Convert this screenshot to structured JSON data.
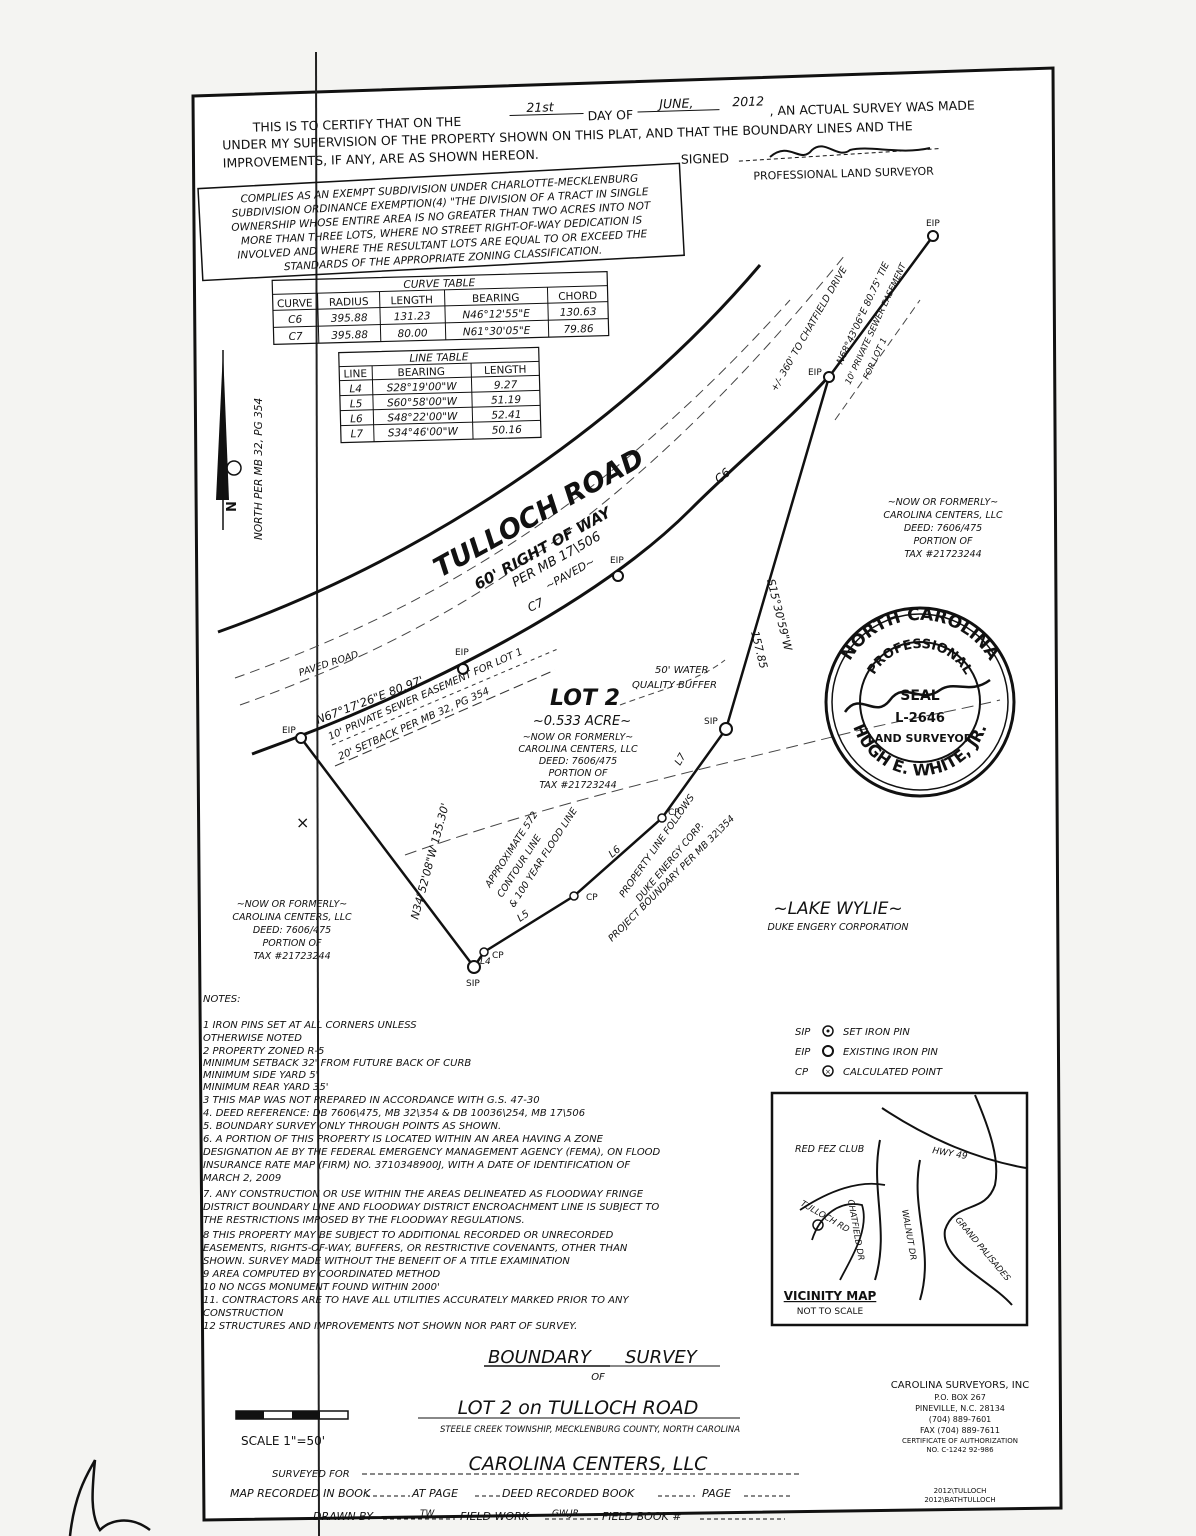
{
  "certification": {
    "line1_a": "THIS IS TO CERTIFY THAT ON THE",
    "day": "21st",
    "line1_b": "DAY OF",
    "month": "JUNE,",
    "year": "2012",
    "line1_c": ", AN ACTUAL SURVEY WAS MADE",
    "line2": "UNDER MY SUPERVISION OF THE PROPERTY SHOWN ON THIS PLAT, AND THAT THE BOUNDARY LINES AND THE",
    "line3": "IMPROVEMENTS, IF ANY, ARE AS SHOWN HEREON.",
    "signed_label": "SIGNED",
    "surveyor_title": "PROFESSIONAL LAND SURVEYOR"
  },
  "exemption_box": [
    "COMPLIES AS AN EXEMPT SUBDIVISION UNDER CHARLOTTE-MECKLENBURG",
    "SUBDIVISION ORDINANCE EXEMPTION(4) \"THE DIVISION OF A TRACT IN SINGLE",
    "OWNERSHIP WHOSE ENTIRE AREA IS NO GREATER THAN TWO ACRES INTO NOT",
    "MORE THAN THREE LOTS, WHERE NO STREET RIGHT-OF-WAY DEDICATION IS",
    "INVOLVED AND WHERE THE RESULTANT LOTS ARE EQUAL TO OR EXCEED THE",
    "STANDARDS OF THE APPROPRIATE ZONING CLASSIFICATION."
  ],
  "curve_table": {
    "title": "CURVE TABLE",
    "headers": [
      "CURVE",
      "RADIUS",
      "LENGTH",
      "BEARING",
      "CHORD"
    ],
    "rows": [
      [
        "C6",
        "395.88",
        "131.23",
        "N46°12'55\"E",
        "130.63"
      ],
      [
        "C7",
        "395.88",
        "80.00",
        "N61°30'05\"E",
        "79.86"
      ]
    ]
  },
  "line_table": {
    "title": "LINE TABLE",
    "headers": [
      "LINE",
      "BEARING",
      "LENGTH"
    ],
    "rows": [
      [
        "L4",
        "S28°19'00\"W",
        "9.27"
      ],
      [
        "L5",
        "S60°58'00\"W",
        "51.19"
      ],
      [
        "L6",
        "S48°22'00\"W",
        "52.41"
      ],
      [
        "L7",
        "S34°46'00\"W",
        "50.16"
      ]
    ]
  },
  "north_arrow": {
    "letter": "N",
    "label": "NORTH PER MB 32, PG 354"
  },
  "road": {
    "name": "TULLOCH ROAD",
    "row": "60' RIGHT OF WAY",
    "per": "PER MB 17\\506",
    "paved": "~PAVED~",
    "paved_road": "PAVED ROAD",
    "chatfield": "+/- 360' TO CHATFIELD DRIVE"
  },
  "labels": {
    "c6": "C6",
    "c7": "C7",
    "eip": "EIP",
    "sip": "SIP",
    "cp": "CP",
    "l4": "L4",
    "l5": "L5",
    "l6": "L6",
    "l7": "L7",
    "front_bearing": "N67°17'26\"E  80.97'",
    "sewer_easement": "10' PRIVATE SEWER EASEMENT FOR LOT 1",
    "setback": "20' SETBACK PER MB 32, PG 354",
    "east_bearing": "S15°30'59\"W",
    "east_length": "157.85",
    "west_bearing": "N34°52'08\"W  135.30'",
    "ne_bearing": "N68°43'06\"E  80.75' TIE",
    "ne_easement1": "10' PRIVATE SEWER EASEMENT",
    "ne_easement2": "FOR LOT 1",
    "water_buffer1": "50' WATER",
    "water_buffer2": "QUALITY BUFFER",
    "contour1": "APPROXIMATE 572",
    "contour2": "CONTOUR LINE",
    "contour3": "& 100 YEAR FLOOD LINE",
    "pl1": "PROPERTY LINE FOLLOWS",
    "pl2": "DUKE ENERGY CORP.",
    "pl3": "PROJECT BOUNDARY PER MB 32\\354"
  },
  "lot": {
    "name": "LOT 2",
    "area": "~0.533 ACRE~",
    "owner": [
      "~NOW OR FORMERLY~",
      "CAROLINA CENTERS, LLC",
      "DEED: 7606/475",
      "PORTION OF",
      "TAX #21723244"
    ]
  },
  "adjoiner_east": [
    "~NOW OR FORMERLY~",
    "CAROLINA CENTERS, LLC",
    "DEED: 7606/475",
    "PORTION OF",
    "TAX #21723244"
  ],
  "adjoiner_west": [
    "~NOW OR FORMERLY~",
    "CAROLINA CENTERS, LLC",
    "DEED: 7606/475",
    "PORTION OF",
    "TAX #21723244"
  ],
  "lake": {
    "name": "~LAKE WYLIE~",
    "owner": "DUKE ENGERY CORPORATION"
  },
  "seal": {
    "top": "NORTH CAROLINA",
    "professional": "PROFESSIONAL",
    "seal_word": "SEAL",
    "number": "L-2646",
    "land_surveyor": "LAND SURVEYOR",
    "name": "HUGH E. WHITE, JR."
  },
  "notes_title": "NOTES:",
  "notes": [
    "1   IRON PINS SET AT ALL CORNERS UNLESS",
    "     OTHERWISE NOTED",
    "2   PROPERTY ZONED R-5",
    "       MINIMUM SETBACK 32' FROM FUTURE BACK OF CURB",
    "       MINIMUM SIDE YARD 5'",
    "       MINIMUM REAR YARD 35'",
    "3   THIS MAP WAS NOT PREPARED IN ACCORDANCE WITH G.S. 47-30",
    "4.  DEED REFERENCE: DB 7606\\475, MB 32\\354 & DB 10036\\254, MB 17\\506",
    "5.  BOUNDARY SURVEY ONLY THROUGH POINTS AS SHOWN.",
    "6.  A PORTION OF THIS PROPERTY IS LOCATED WITHIN AN AREA HAVING A ZONE",
    "     DESIGNATION AE BY THE FEDERAL EMERGENCY MANAGEMENT AGENCY (FEMA), ON FLOOD",
    "     INSURANCE RATE MAP (FIRM) NO. 3710348900J, WITH A DATE OF IDENTIFICATION OF",
    "     MARCH 2, 2009",
    "7.  ANY CONSTRUCTION OR USE WITHIN THE AREAS DELINEATED AS FLOODWAY FRINGE",
    "     DISTRICT BOUNDARY LINE AND FLOODWAY DISTRICT ENCROACHMENT LINE IS SUBJECT TO",
    "     THE RESTRICTIONS IMPOSED BY THE FLOODWAY REGULATIONS.",
    "8   THIS PROPERTY MAY BE SUBJECT TO ADDITIONAL RECORDED OR UNRECORDED",
    "     EASEMENTS, RIGHTS-OF-WAY, BUFFERS, OR RESTRICTIVE COVENANTS, OTHER THAN",
    "     SHOWN. SURVEY MADE WITHOUT THE BENEFIT OF A TITLE EXAMINATION",
    "9   AREA COMPUTED BY COORDINATED METHOD",
    "10  NO NCGS MONUMENT FOUND WITHIN 2000'",
    "11. CONTRACTORS ARE TO HAVE ALL UTILITIES ACCURATELY MARKED PRIOR TO ANY",
    "     CONSTRUCTION",
    "12  STRUCTURES AND IMPROVEMENTS NOT SHOWN NOR PART OF SURVEY."
  ],
  "legend": [
    {
      "abbr": "SIP",
      "text": "SET IRON PIN"
    },
    {
      "abbr": "EIP",
      "text": "EXISTING IRON PIN"
    },
    {
      "abbr": "CP",
      "text": "CALCULATED POINT"
    }
  ],
  "vicinity": {
    "title": "VICINITY MAP",
    "subtitle": "NOT TO SCALE",
    "red_fez": "RED FEZ CLUB",
    "hwy": "HWY 49",
    "tulloch": "TULLOCH RD",
    "chatfield": "CHATFIELD DR",
    "walnut": "WALNUT DR",
    "grand": "GRAND PALISADES"
  },
  "title_block": {
    "boundary": "BOUNDARY",
    "survey": "SURVEY",
    "of": "OF",
    "lot_title": "LOT 2 on TULLOCH ROAD",
    "township": "STEELE CREEK TOWNSHIP, MECKLENBURG COUNTY, NORTH CAROLINA",
    "client": "CAROLINA CENTERS, LLC",
    "scale": "SCALE 1\"=50'",
    "surveyed_for": "SURVEYED FOR",
    "map_recorded": "MAP RECORDED IN BOOK",
    "at_page": "AT PAGE",
    "deed_book": "DEED RECORDED BOOK",
    "page": "PAGE",
    "drawn_by": "DRAWN BY",
    "drawn_by_val": "TW",
    "field_work": "FIELD WORK",
    "field_work_val": "GW,JR",
    "field_book": "FIELD BOOK #"
  },
  "company": [
    "CAROLINA SURVEYORS, INC",
    "P.O. BOX 267",
    "PINEVILLE, N.C. 28134",
    "(704) 889-7601",
    "FAX (704) 889-7611",
    "CERTIFICATE OF AUTHORIZATION",
    "NO. C-1242 92-986"
  ],
  "file_ref": [
    "2012\\TULLOCH",
    "2012\\BATHTULLOCH"
  ]
}
